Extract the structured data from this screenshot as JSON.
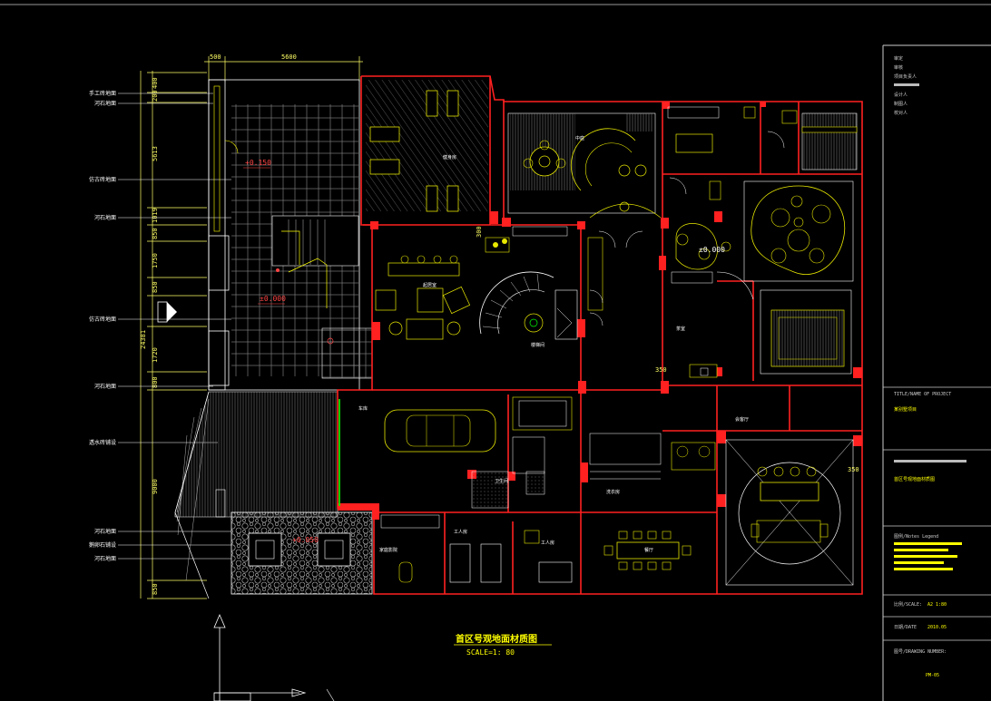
{
  "colors": {
    "background": "#000000",
    "wall": "#ff2020",
    "line": "#ffff00",
    "furniture": "#e8e800",
    "dimension": "#ffff66",
    "tile": "#9a9a9a",
    "green": "#00ff00",
    "frame": "#cccccc"
  },
  "drawing": {
    "title": "首区号观地面材质图",
    "scale": "SCALE=1: 80"
  },
  "dimensions": {
    "top": [
      "500",
      "5600"
    ],
    "left": [
      "400",
      "200",
      "5613",
      "1019",
      "850",
      "1750",
      "850",
      "1720",
      "800",
      "9000",
      "850"
    ],
    "total": "24381"
  },
  "left_annotations": [
    "手工砖地面",
    "河石地面",
    "仿古砖地面",
    "河石地面",
    "仿古砖地面",
    "河石地面",
    "透水砖铺设",
    "河石地面",
    "鹅卵石铺设",
    "河石地面"
  ],
  "levels": [
    "+0.150",
    "±0.000",
    "±0.000",
    "+0.050"
  ],
  "room_labels": [
    {
      "name": "健身房"
    },
    {
      "name": "中庭"
    },
    {
      "name": "起居室"
    },
    {
      "name": "车库"
    },
    {
      "name": "卫生间"
    },
    {
      "name": "工人房"
    },
    {
      "name": "工人房"
    },
    {
      "name": "茶室"
    },
    {
      "name": "餐厅"
    },
    {
      "name": "会客厅"
    },
    {
      "name": "楼梯间"
    },
    {
      "name": "洗衣房"
    },
    {
      "name": "家庭影院"
    }
  ],
  "small_marks": [
    "300",
    "350",
    "350"
  ],
  "title_block": {
    "items": [
      "审定",
      "审核",
      "项目负责人",
      "设计人",
      "制图人",
      "校对人"
    ],
    "project_title": "TITLE/NAME OF PROJECT",
    "project_name": "某别墅项目",
    "drawing_name": "首区号观地面材质图",
    "legend_label": "图例/Notes Legend",
    "scale_label": "比例/SCALE:",
    "scale_value": "A2  1:80",
    "date_label": "日期/DATE",
    "date_value": "2010.05",
    "number_label": "图号/DRAWING NUMBER:",
    "number_value": "PM-05"
  }
}
